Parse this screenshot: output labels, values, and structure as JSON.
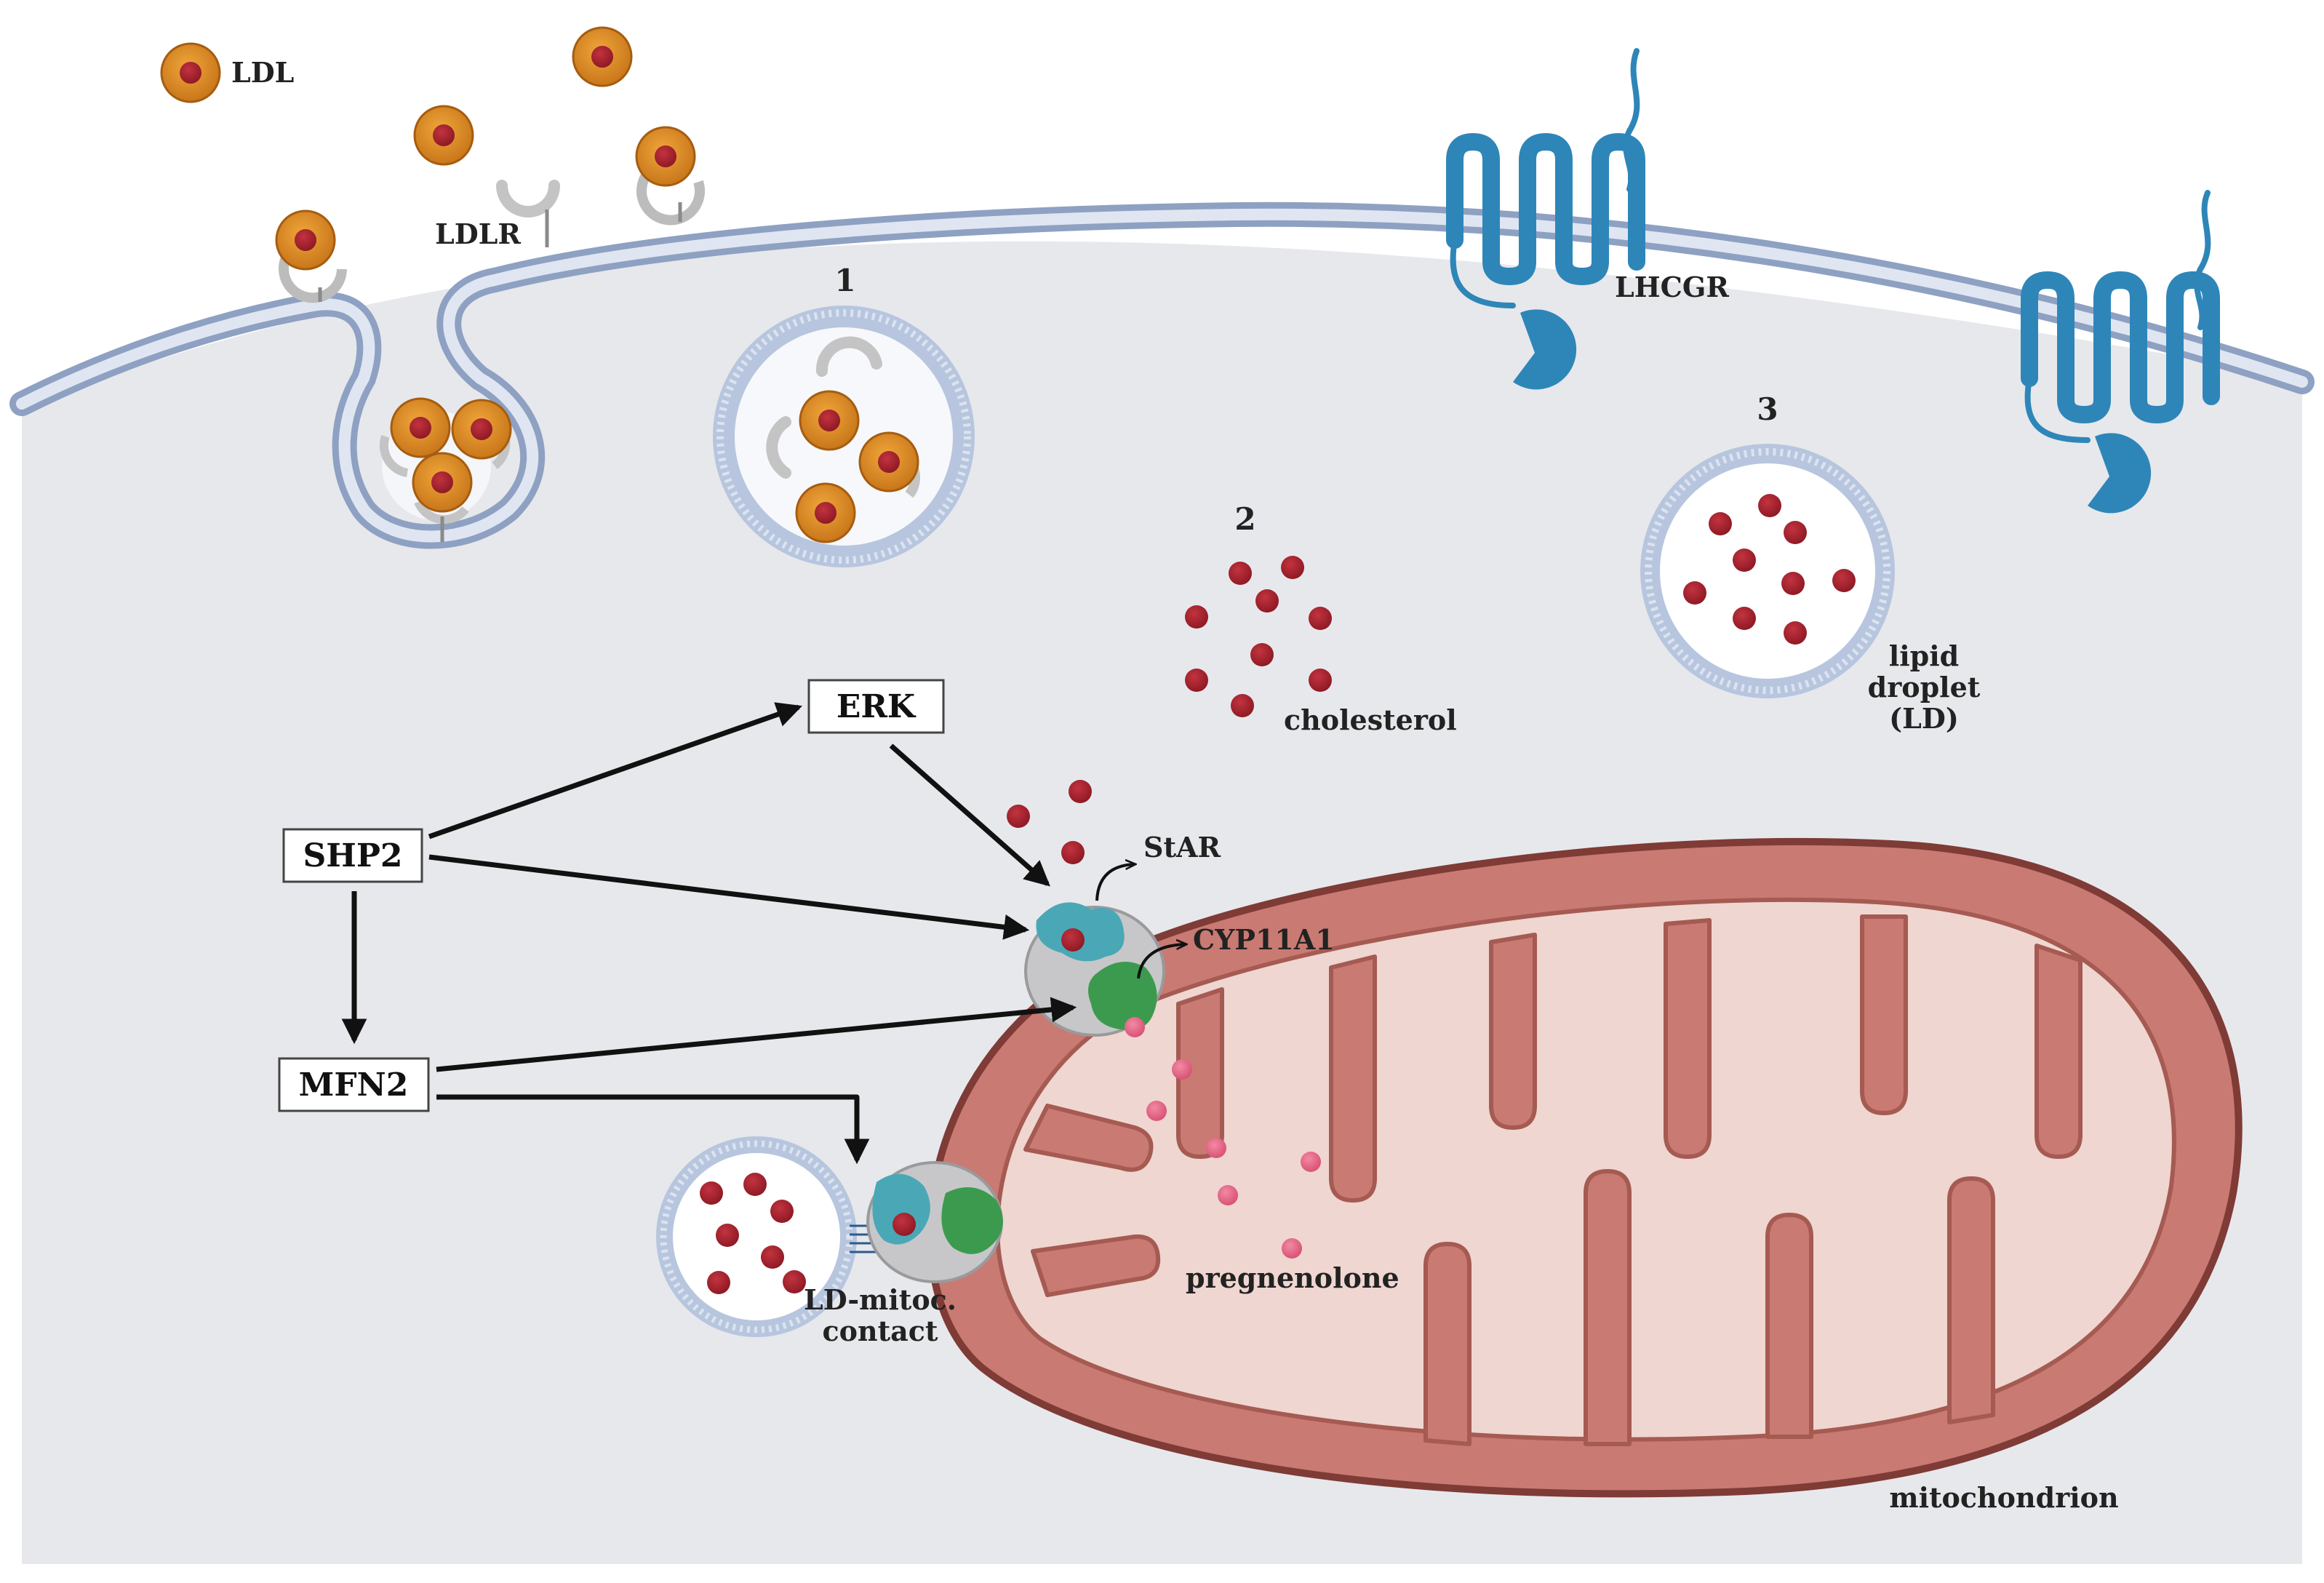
{
  "labels": {
    "ldl": "LDL",
    "ldlr": "LDLR",
    "lhcgr": "LHCGR",
    "step1": "1",
    "step2": "2",
    "step3": "3",
    "cholesterol": "cholesterol",
    "lipid_droplet_line1": "lipid",
    "lipid_droplet_line2": "droplet",
    "lipid_droplet_line3": "(LD)",
    "star": "StAR",
    "cyp11a1": "CYP11A1",
    "pregnenolone": "pregnenolone",
    "ld_contact_line1": "LD-mitoc.",
    "ld_contact_line2": "contact",
    "mitochondrion": "mitochondrion"
  },
  "boxes": {
    "erk": "ERK",
    "shp2": "SHP2",
    "mfn2": "MFN2"
  },
  "colors": {
    "background": "#e7e8ec",
    "membrane": "#a9b9d4",
    "ldl_shell": "#d7861a",
    "ldl_core": "#a4202c",
    "cholesterol": "#a8232f",
    "pregnenolone": "#e36888",
    "receptor": "#2e86b8",
    "mito_outer": "#c97a72",
    "mito_inner": "#efd6d0",
    "star_protein": "#4aa8b6",
    "cyp_protein": "#3c9a4e",
    "arrow": "#111111"
  }
}
